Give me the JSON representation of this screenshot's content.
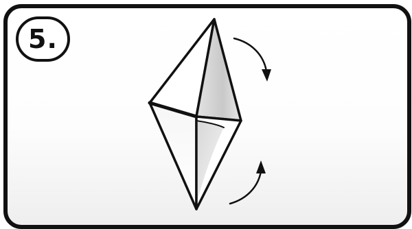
{
  "step": {
    "label": "5."
  },
  "diagram": {
    "subject": "origami-kite-fold",
    "arrows": [
      "fold-down-arrow",
      "fold-up-arrow"
    ]
  },
  "colors": {
    "outline": "#111111",
    "paper_white": "#ffffff",
    "paper_shade_light": "#f0f0f0",
    "paper_shade_mid": "#cfcfcf",
    "background_bottom": "#eeeeee"
  }
}
